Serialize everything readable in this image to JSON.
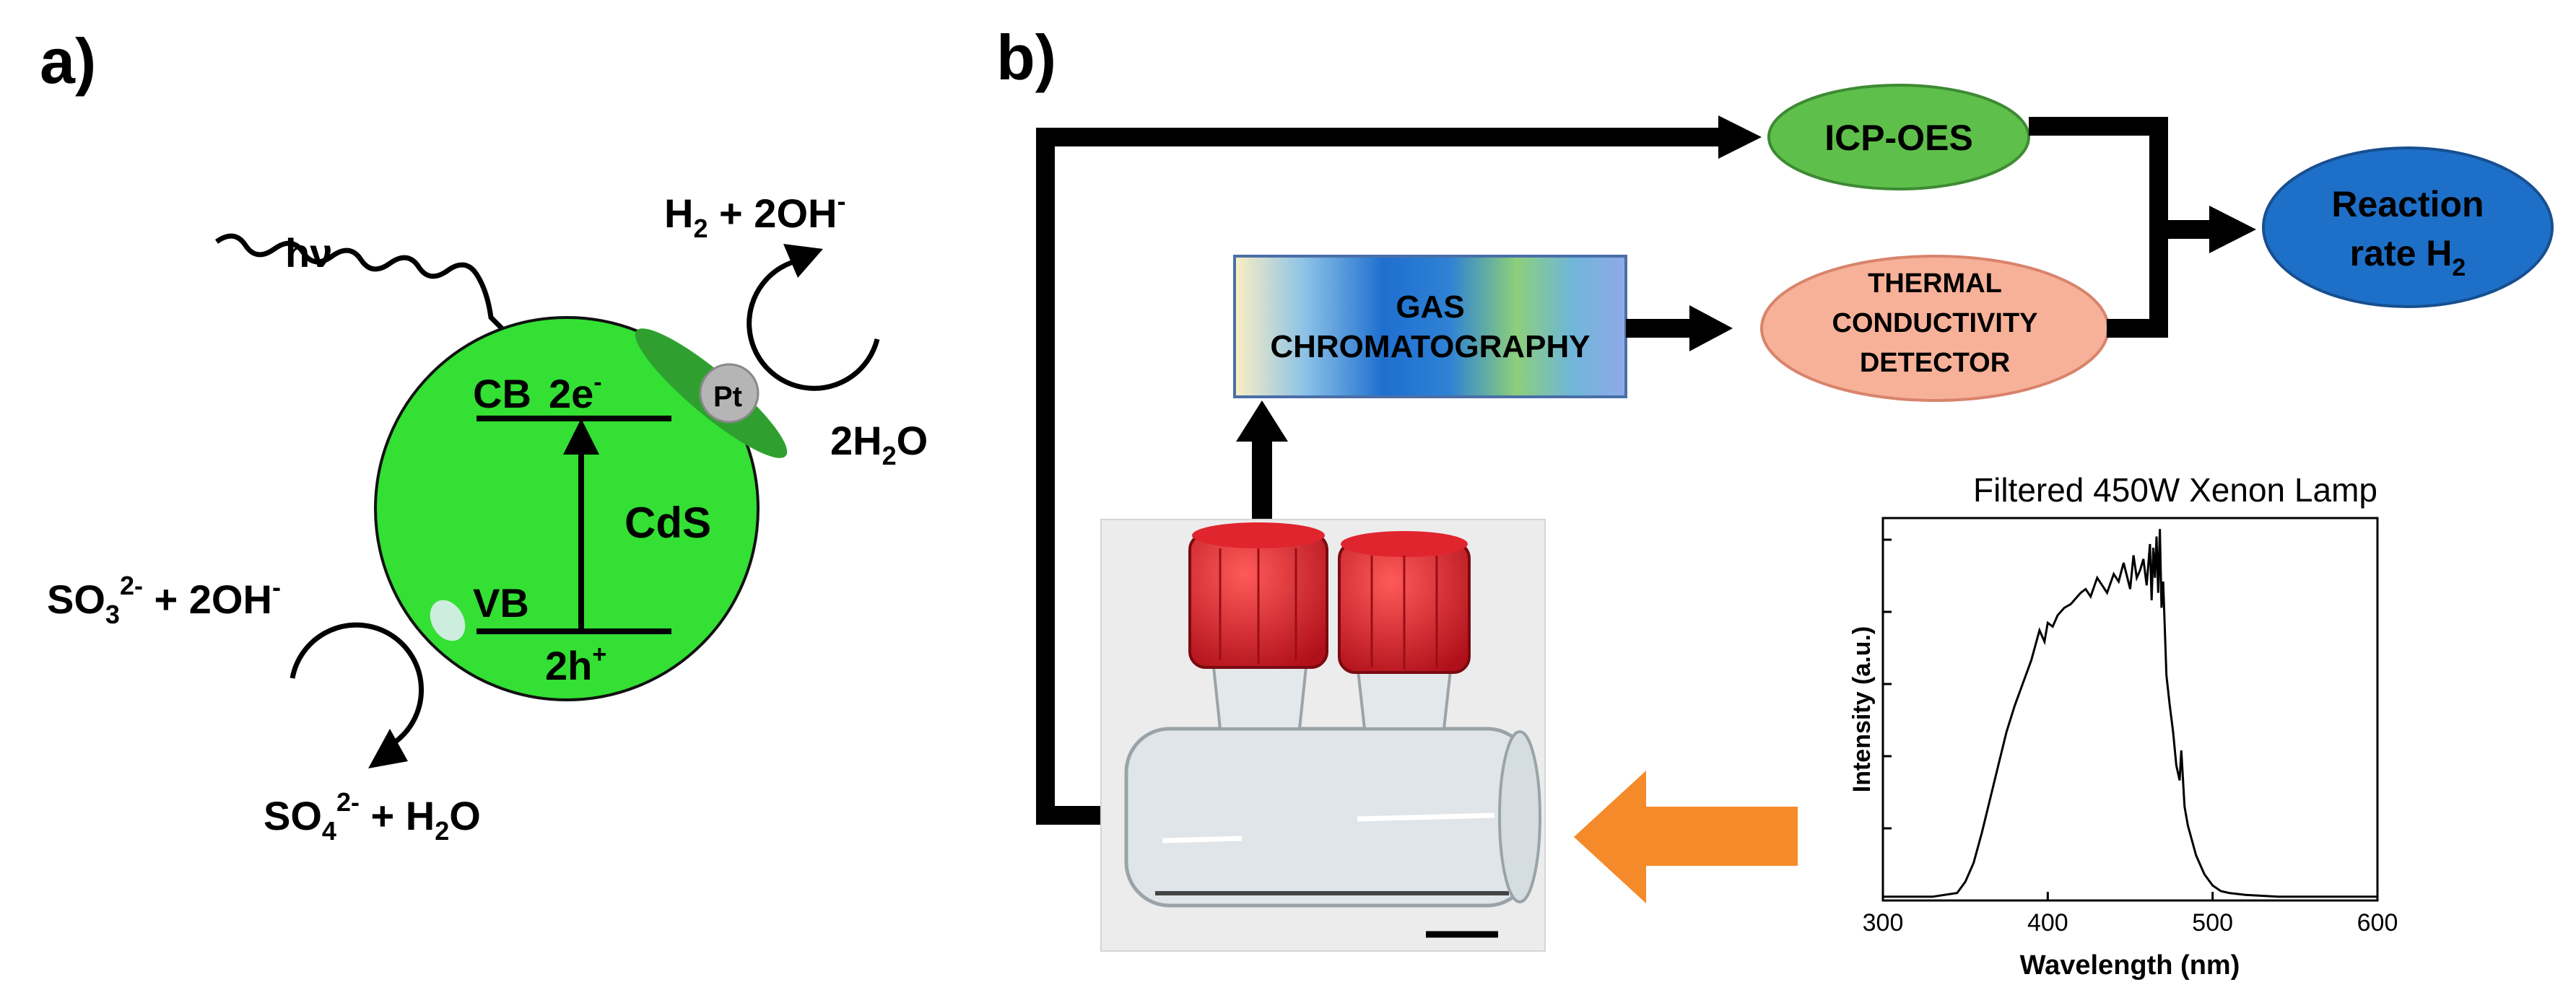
{
  "panel_a": {
    "label": "a)",
    "light": "hν",
    "h2_product": {
      "main": "H",
      "sub": "2",
      "rest": " + 2OH",
      "sup": "-"
    },
    "h2o": {
      "a": "2H",
      "sub": "2",
      "b": "O"
    },
    "cb": "CB",
    "electrons": {
      "main": "2e",
      "sup": "-"
    },
    "pt": "Pt",
    "cds": "CdS",
    "vb": "VB",
    "holes": {
      "main": "2h",
      "sup": "+"
    },
    "so3": {
      "a": "SO",
      "sub": "3",
      "sup": "2-",
      "b": " + 2OH",
      "sup2": "-"
    },
    "so4": {
      "a": "SO",
      "sub": "4",
      "sup": "2-",
      "b": " + H",
      "sub2": "2",
      "c": "O"
    },
    "colors": {
      "particle": "#33e033",
      "pt_patch": "#2fa02f",
      "pt": "#b5b5b5"
    }
  },
  "panel_b": {
    "label": "b)",
    "icp": "ICP-OES",
    "reaction": {
      "line1": "Reaction",
      "line2a": "rate H",
      "line2sub": "2"
    },
    "gc": {
      "line1": "GAS",
      "line2": "CHROMATOGRAPHY"
    },
    "tcd": {
      "line1": "THERMAL",
      "line2": "CONDUCTIVITY",
      "line3": "DETECTOR"
    },
    "colors": {
      "icp": "#5ec04a",
      "reaction": "#1e6fc8",
      "tcd": "#f7b199",
      "arrow": "#f58a2a"
    }
  },
  "chart_data": {
    "type": "line",
    "title": "Filtered 450W Xenon Lamp",
    "xlabel": "Wavelength (nm)",
    "ylabel": "Intensity (a.u.)",
    "xlim": [
      300,
      600
    ],
    "xticks": [
      300,
      400,
      500,
      600
    ],
    "ylim": [
      0,
      1
    ],
    "y_ticks_labeled": false,
    "grid": false,
    "series": [
      {
        "x": [
          300,
          330,
          345,
          350,
          355,
          360,
          365,
          370,
          375,
          380,
          385,
          390,
          395,
          398,
          400,
          403,
          406,
          410,
          414,
          418,
          420,
          423,
          426,
          430,
          433,
          436,
          440,
          443,
          446,
          450,
          452,
          454,
          456,
          458,
          460,
          462,
          463,
          464,
          465,
          466,
          467,
          468,
          469,
          470,
          472,
          474,
          476,
          478,
          480,
          481,
          483,
          485,
          490,
          495,
          500,
          505,
          510,
          520,
          540,
          600
        ],
        "y": [
          0.01,
          0.01,
          0.02,
          0.05,
          0.1,
          0.18,
          0.27,
          0.36,
          0.45,
          0.52,
          0.58,
          0.64,
          0.72,
          0.69,
          0.74,
          0.73,
          0.76,
          0.78,
          0.79,
          0.81,
          0.82,
          0.83,
          0.81,
          0.86,
          0.84,
          0.82,
          0.87,
          0.85,
          0.9,
          0.83,
          0.92,
          0.86,
          0.88,
          0.91,
          0.84,
          0.95,
          0.8,
          0.94,
          0.86,
          0.97,
          0.82,
          0.99,
          0.78,
          0.85,
          0.6,
          0.52,
          0.45,
          0.36,
          0.32,
          0.4,
          0.25,
          0.2,
          0.12,
          0.07,
          0.04,
          0.025,
          0.02,
          0.015,
          0.01,
          0.01
        ]
      }
    ]
  }
}
